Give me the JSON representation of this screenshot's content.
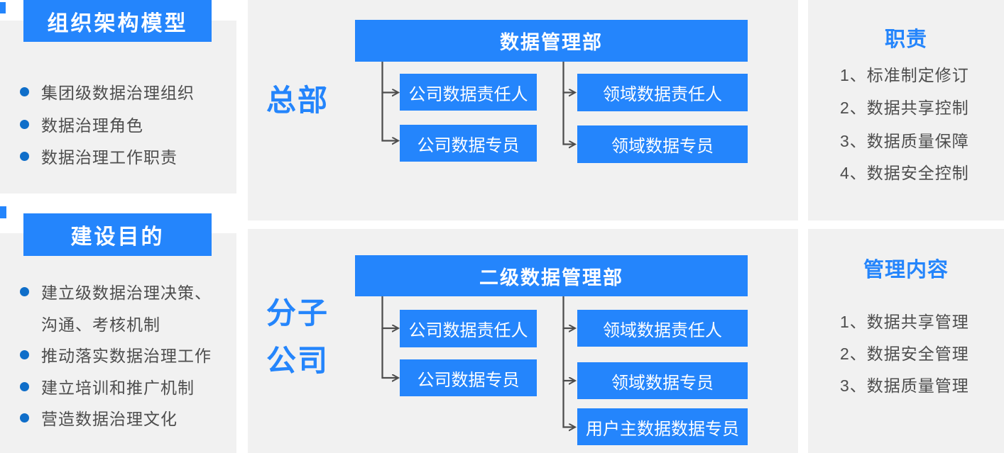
{
  "colors": {
    "accent_blue": "#2485FC",
    "bullet_blue": "#0F6EC9",
    "panel_gray": "#F1F1F1",
    "text_gray": "#4D4D4D",
    "connector_gray": "#4D4D4D"
  },
  "left_sidebar": {
    "section1": {
      "title": "组织架构模型",
      "items": [
        "集团级数据治理组织",
        "数据治理角色",
        "数据治理工作职责"
      ]
    },
    "section2": {
      "title": "建设目的",
      "item1_line1": "建立级数据治理决策、",
      "item1_line2": "沟通、考核机制",
      "items_rest": [
        "推动落实数据治理工作",
        "建立培训和推广机制",
        "营造数据治理文化"
      ]
    }
  },
  "org_chart_hq": {
    "side_label": "总部",
    "root": "数据管理部",
    "column1": [
      "公司数据责任人",
      "公司数据专员"
    ],
    "column2": [
      "领域数据责任人",
      "领域数据专员"
    ]
  },
  "org_chart_subsidiary": {
    "side_label_line1": "分子",
    "side_label_line2": "公司",
    "root": "二级数据管理部",
    "column1": [
      "公司数据责任人",
      "公司数据专员"
    ],
    "column2": [
      "领域数据责任人",
      "领域数据专员",
      "用户主数据数据专员"
    ]
  },
  "right_sidebar": {
    "section1": {
      "title": "职责",
      "items": [
        "1、标准制定修订",
        "2、数据共享控制",
        "3、数据质量保障",
        "4、数据安全控制"
      ]
    },
    "section2": {
      "title": "管理内容",
      "items": [
        "1、数据共享管理",
        "2、数据安全管理",
        "3、数据质量管理"
      ]
    }
  }
}
